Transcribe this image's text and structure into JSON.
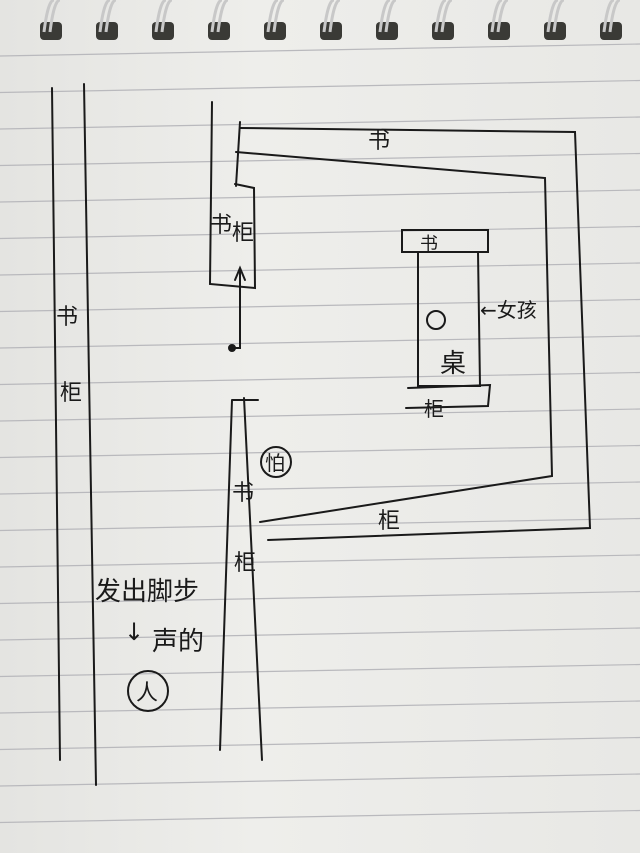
{
  "labels": {
    "left_shelf": [
      "书",
      "柜"
    ],
    "top_shelf": "书",
    "right_shelf_bottom": "柜",
    "small_shelf": [
      "书",
      "柜"
    ],
    "desk_top": "书",
    "desk": "桌",
    "desk_bottom": "柜",
    "girl": "←女孩",
    "middle_shelf": [
      "书",
      "柜"
    ],
    "circled_char": "怕",
    "footsteps_line1": "发出脚步",
    "footsteps_line2": "声的",
    "person": "人",
    "arrow_down": "↓"
  },
  "colors": {
    "ink": "#1a1a1a",
    "paper": "#ebebe8",
    "rule": "#b9b9bd"
  }
}
